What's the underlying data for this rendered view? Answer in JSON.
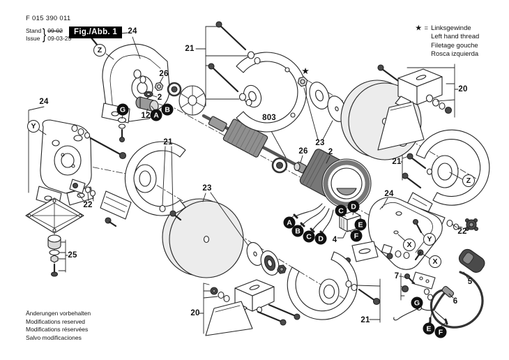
{
  "title_block": {
    "document_number": "F 015 390 011",
    "stand_label": "Stand",
    "issue_label": "Issue",
    "brace": "}",
    "superseded_date": "09-02",
    "issue_date": "09-03-25",
    "figure_label": "Fig./Abb. 1"
  },
  "legend": {
    "star": "★",
    "equals": "=",
    "lines": [
      "Linksgewinde",
      "Left hand thread",
      "Filetage gouche",
      "Rosca izquierda"
    ]
  },
  "footer": {
    "lines": [
      "Änderungen vorbehalten",
      "Modifications reserved",
      "Modifications réservées",
      "Salvo modificaciones"
    ]
  },
  "part_numbers": {
    "n2": "2",
    "n4": "4",
    "n5": "5",
    "n6": "6",
    "n7": "7",
    "n12": "12",
    "n20": "20",
    "n21": "21",
    "n22": "22",
    "n23": "23",
    "n24": "24",
    "n25": "25",
    "n26": "26",
    "n803": "803"
  },
  "letters": {
    "A": "A",
    "B": "B",
    "C": "C",
    "D": "D",
    "E": "E",
    "F": "F",
    "G": "G",
    "X": "X",
    "Y": "Y",
    "Z": "Z"
  },
  "symbols": {
    "left_hand_thread_star": "★"
  }
}
